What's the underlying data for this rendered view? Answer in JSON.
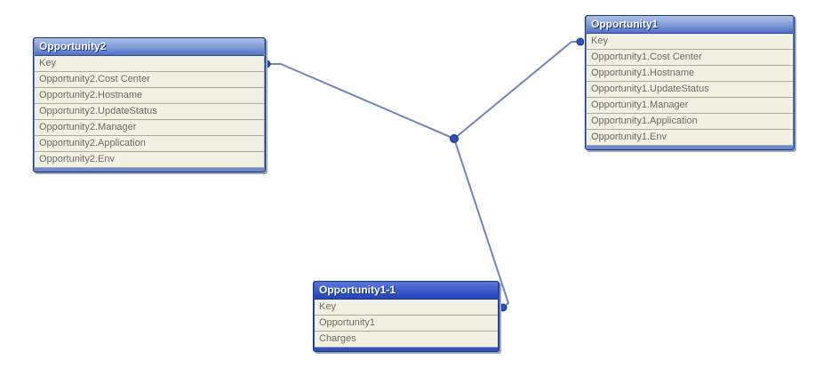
{
  "diagram": {
    "kind": "table-link-model",
    "tables": [
      {
        "id": "opportunity2",
        "title": "Opportunity2",
        "state": "inactive",
        "fields": [
          "Key",
          "Opportunity2.Cost Center",
          "Opportunity2.Hostname",
          "Opportunity2.UpdateStatus",
          "Opportunity2.Manager",
          "Opportunity2.Application",
          "Opportunity2.Env"
        ]
      },
      {
        "id": "opportunity1",
        "title": "Opportunity1",
        "state": "inactive",
        "fields": [
          "Key",
          "Opportunity1.Cost Center",
          "Opportunity1.Hostname",
          "Opportunity1.UpdateStatus",
          "Opportunity1.Manager",
          "Opportunity1.Application",
          "Opportunity1.Env"
        ]
      },
      {
        "id": "opportunity1-1",
        "title": "Opportunity1-1",
        "state": "active",
        "fields": [
          "Key",
          "Opportunity1",
          "Charges"
        ]
      }
    ],
    "connectors": [
      {
        "from_table": "Opportunity2",
        "from_field": "Key",
        "to": "junction"
      },
      {
        "from_table": "Opportunity1",
        "from_field": "Key",
        "to": "junction"
      },
      {
        "from_table": "Opportunity1-1",
        "from_field": "Key",
        "to": "junction"
      }
    ],
    "colors": {
      "canvas_bg": "#FFFFFF",
      "inactive_caption_top": "#AEC1E8",
      "inactive_caption_bottom": "#506FC4",
      "active_caption_top": "#5B76DC",
      "active_caption_bottom": "#2848C0",
      "row_bg": "#F1F0E2",
      "row_text": "#6B6B64",
      "connector_line": "#7284B8",
      "connector_dot": "#2B51BC"
    }
  }
}
